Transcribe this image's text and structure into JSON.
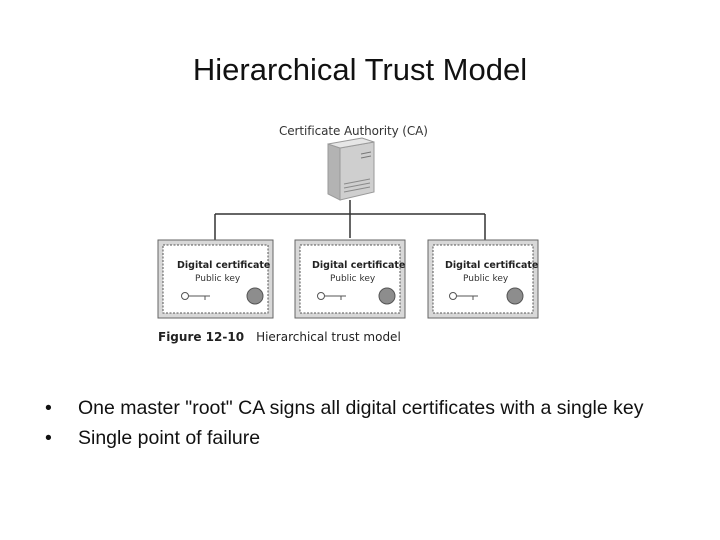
{
  "title": "Hierarchical Trust Model",
  "diagram": {
    "ca_label": "Certificate Authority (CA)",
    "certificates": [
      {
        "title": "Digital certificate",
        "key_label": "Public key"
      },
      {
        "title": "Digital certificate",
        "key_label": "Public key"
      },
      {
        "title": "Digital certificate",
        "key_label": "Public key"
      }
    ],
    "caption": {
      "figure": "Figure 12-10",
      "text": "Hierarchical trust model"
    }
  },
  "bullets": [
    "One master \"root\" CA signs all digital certificates with a single key",
    "Single point of failure"
  ]
}
